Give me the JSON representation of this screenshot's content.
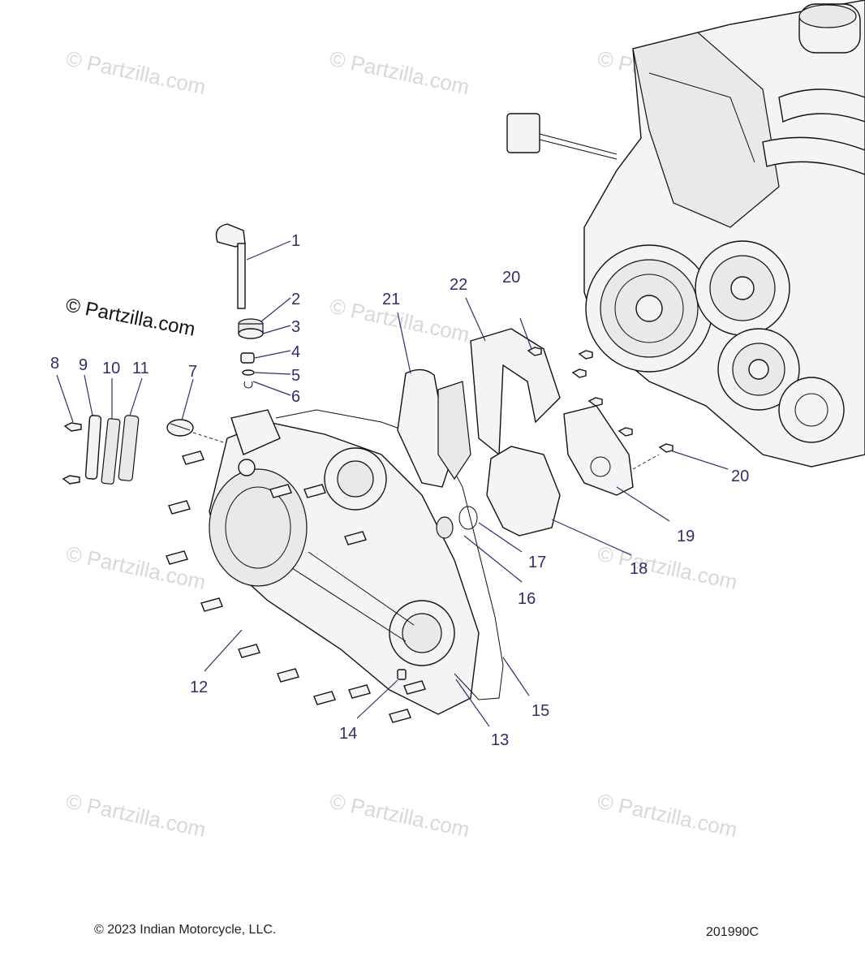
{
  "watermark_text": "© Partzilla.com",
  "brand_mark": "© Partzilla.com",
  "copyright": "© 2023 Indian Motorcycle, LLC.",
  "diagram_code": "201990C",
  "callouts": [
    {
      "label": "1"
    },
    {
      "label": "2"
    },
    {
      "label": "3"
    },
    {
      "label": "4"
    },
    {
      "label": "5"
    },
    {
      "label": "6"
    },
    {
      "label": "7"
    },
    {
      "label": "8"
    },
    {
      "label": "9"
    },
    {
      "label": "10"
    },
    {
      "label": "11"
    },
    {
      "label": "12"
    },
    {
      "label": "13"
    },
    {
      "label": "14"
    },
    {
      "label": "15"
    },
    {
      "label": "16"
    },
    {
      "label": "17"
    },
    {
      "label": "18"
    },
    {
      "label": "19"
    },
    {
      "label": "20"
    },
    {
      "label": "20"
    },
    {
      "label": "21"
    },
    {
      "label": "22"
    }
  ]
}
